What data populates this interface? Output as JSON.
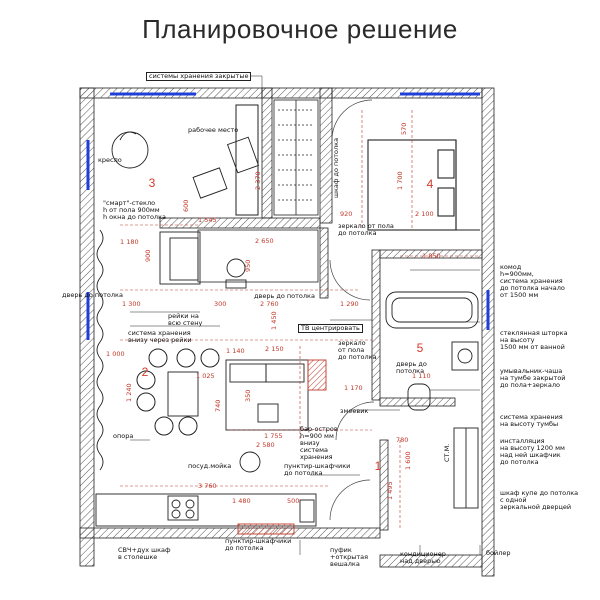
{
  "title": "Планировочное решение",
  "rooms": [
    "3",
    "4",
    "2",
    "5",
    "1"
  ],
  "labels": {
    "storage_closed": "системы хранения закрытые",
    "workplace": "рабочее место",
    "armchair": "кресло",
    "smart_glass_1": "\"смарт\"-стекло",
    "smart_glass_2": "h от пола 900мм",
    "smart_glass_3": "h окна до потолка",
    "wardrobe": "шкаф до потолка",
    "mirror_1": "зеркало от пола",
    "mirror_2": "до потолка",
    "door_full_1": "дверь до потолка",
    "door_full_2": "дверь до потолка",
    "rails_1": "рейки на",
    "rails_2": "всю стену",
    "storage_rails_1": "система хранения",
    "storage_rails_2": "внизу через рейки",
    "tv": "ТВ центрировать",
    "mirror2_1": "зеркало",
    "mirror2_2": "от пола",
    "mirror2_3": "до потолка",
    "door5_1": "дверь до",
    "door5_2": "потолка",
    "coil": "змеевик",
    "support": "опора",
    "bar_1": "бар-остров",
    "bar_2": "h=900 мм",
    "bar_3": "внизу",
    "bar_4": "система",
    "bar_5": "хранения",
    "dishwasher": "посуд.мойка",
    "punct1_1": "пунктир-шкафчики",
    "punct1_2": "до потолка",
    "punct2_1": "пунктир-шкафчики",
    "punct2_2": "до потолка",
    "micro_1": "СВЧ+дух шкаф",
    "micro_2": "в столешке",
    "pouf_1": "пуфик",
    "pouf_2": "+открытая",
    "pouf_3": "вешалка",
    "ac_1": "кондиционер",
    "ac_2": "над дверью",
    "boiler": "бойлер",
    "dresser_1": "комод",
    "dresser_2": "h=900мм,",
    "dresser_3": "система хранения",
    "dresser_4": "до потолка начало",
    "dresser_5": "от 1500 мм",
    "curtain_1": "стеклянная шторка",
    "curtain_2": "на высоту",
    "curtain_3": "1500 мм от ванной",
    "sink_1": "умывальник-чаша",
    "sink_2": "на тумбе закрытой",
    "sink_3": "до пола+зеркало",
    "st_1": "система хранения",
    "st_2": "на высоту тумбы",
    "inst_1": "инсталляция",
    "inst_2": "на высоту 1200 мм",
    "inst_3": "над ней шкафчик",
    "inst_4": "до потолка",
    "coupe_1": "шкаф купе до потолка",
    "coupe_2": "с одной",
    "coupe_3": "зеркальной дверцей",
    "stm": "СТ.М."
  },
  "dims": {
    "d570": "570",
    "d1700": "1 700",
    "d2100": "2 100",
    "d920": "920",
    "d1545": "1 545",
    "d2650": "2 650",
    "d1180": "1 180",
    "d900a": "900",
    "d300": "300",
    "d2760": "2 760",
    "d1290": "1 290",
    "d1850": "1 850",
    "d1300": "1 300",
    "d1000": "1 000",
    "d2150": "2 150",
    "d1450": "1 450",
    "d1140": "1 140",
    "d1025": "1 025",
    "d1240": "1 240",
    "d740": "740",
    "d350": "350",
    "d1755": "1 755",
    "d2580": "2 580",
    "d3760": "3 760",
    "d1480": "1 480",
    "d500": "500",
    "d1170": "1 170",
    "d1110": "1 110",
    "d780": "780",
    "d1600": "1 600",
    "d600": "600",
    "d950": "950",
    "d2370": "2 370",
    "d1495": "1 495"
  }
}
